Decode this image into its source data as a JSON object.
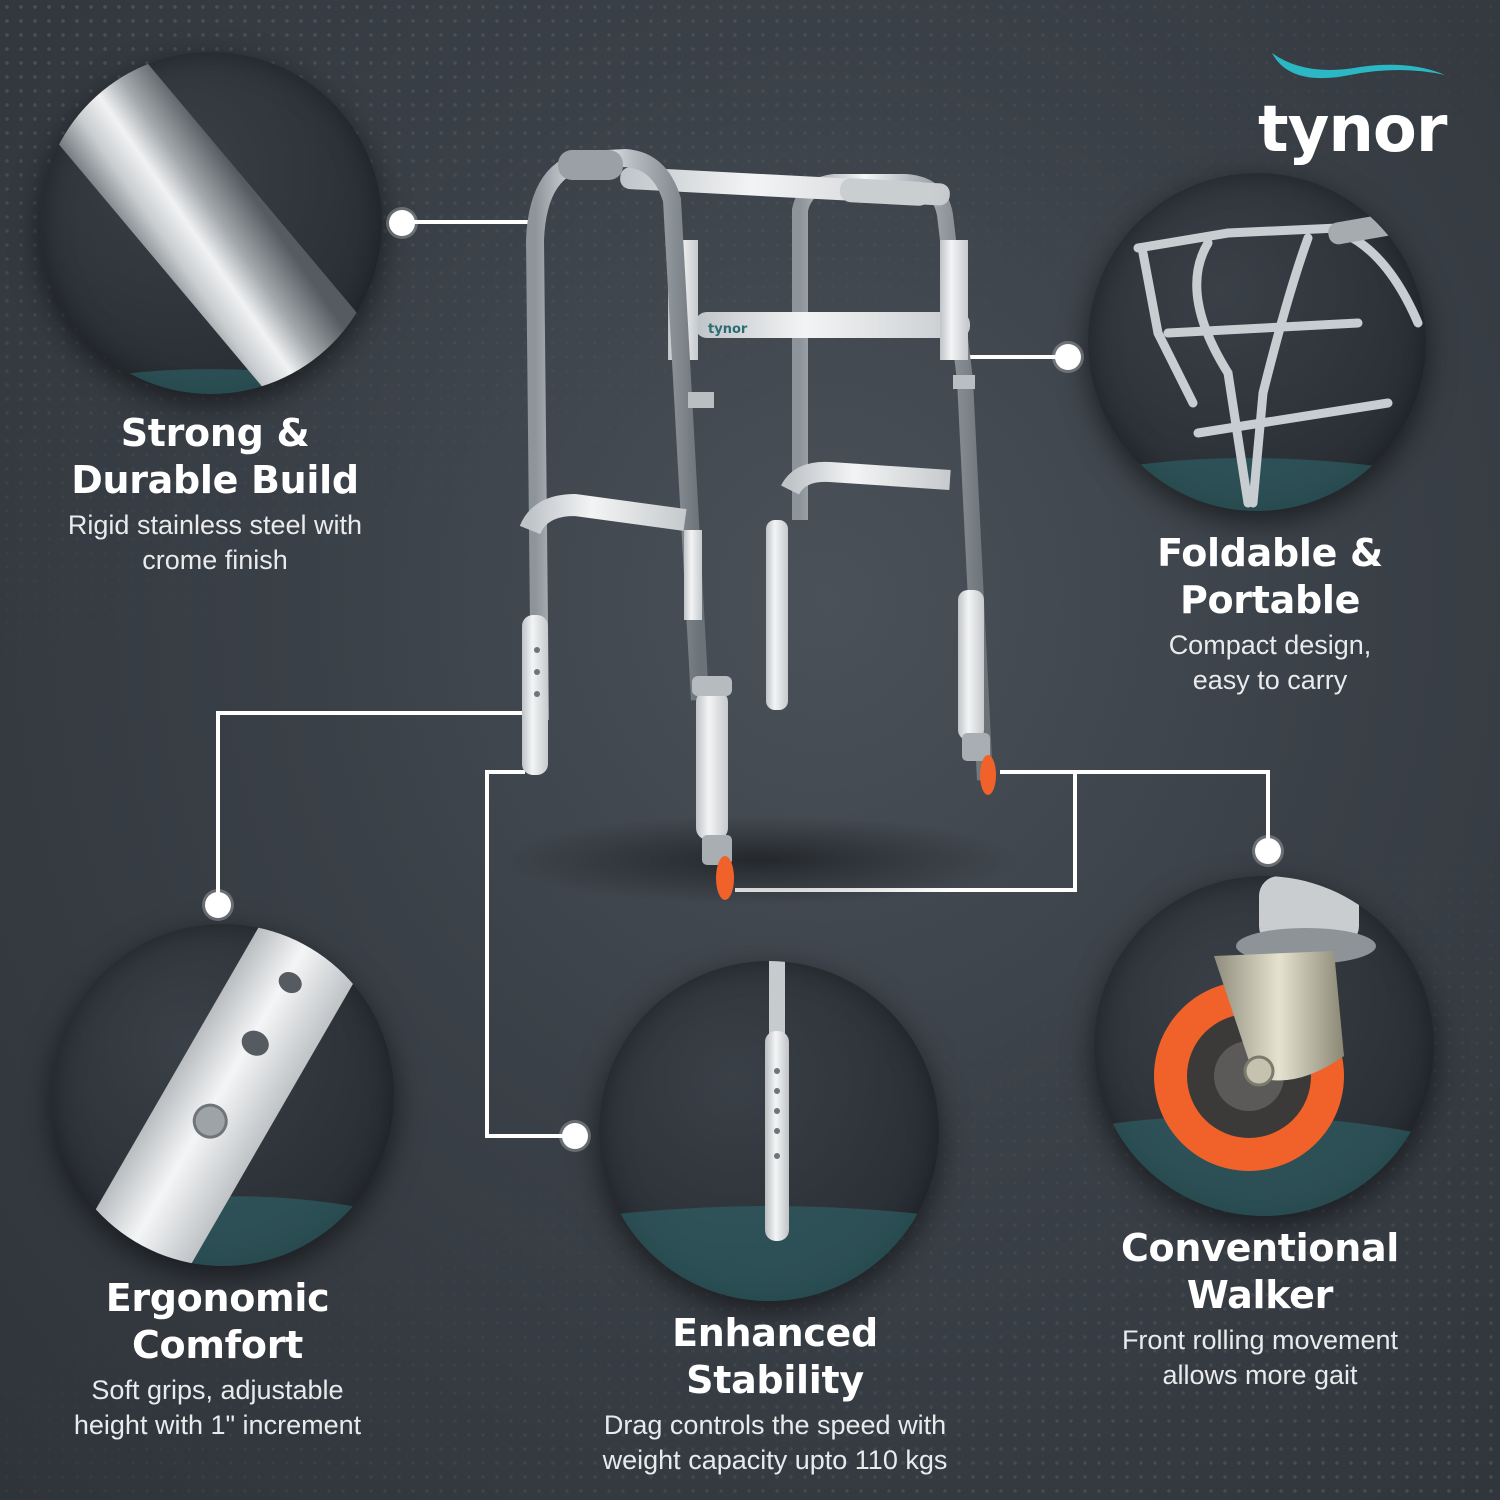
{
  "brand": {
    "name": "tynor",
    "accent": "#2bb8c4"
  },
  "features": {
    "strong": {
      "title": [
        "Strong &",
        "Durable Build"
      ],
      "desc": [
        "Rigid stainless steel with",
        "crome finish"
      ]
    },
    "foldable": {
      "title": [
        "Foldable &",
        "Portable"
      ],
      "desc": [
        "Compact design,",
        "easy to carry"
      ]
    },
    "ergonomic": {
      "title": [
        "Ergonomic",
        "Comfort"
      ],
      "desc": [
        "Soft grips, adjustable",
        "height with 1\" increment"
      ]
    },
    "stability": {
      "title": [
        "Enhanced",
        "Stability"
      ],
      "desc": [
        "Drag controls the speed with",
        "weight capacity upto 110 kgs"
      ]
    },
    "conventional": {
      "title": [
        "Conventional",
        "Walker"
      ],
      "desc": [
        "Front rolling movement",
        "allows more gait"
      ]
    }
  },
  "product": {
    "crossbar_label": "tynor"
  },
  "colors": {
    "background": "#3a4047",
    "wheel": "#f0622a",
    "frame_white": "#e9ecee",
    "chrome": "#c9ced3"
  }
}
